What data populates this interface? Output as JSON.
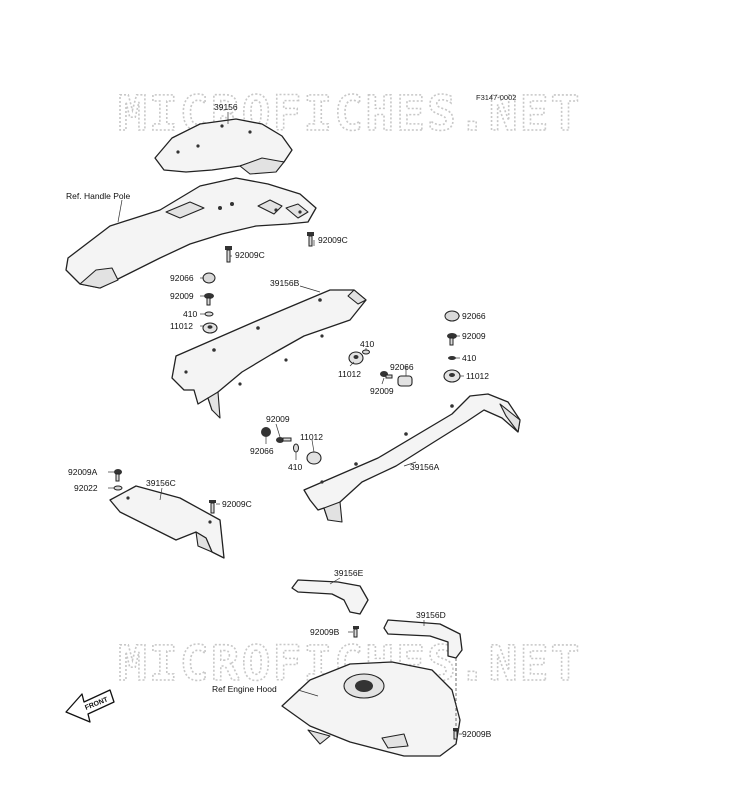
{
  "diagram": {
    "code": "F3147-0002",
    "watermark": "MICROFICHES.NET",
    "front_label": "FRONT",
    "refs": {
      "handle_pole": "Ref. Handle Pole",
      "engine_hood": "Ref Engine Hood"
    },
    "labels": {
      "l1": "39156",
      "l2": "92009C",
      "l3": "92009C",
      "l4": "92066",
      "l5": "92009",
      "l6": "410",
      "l7": "11012",
      "l8": "39156B",
      "l9": "410",
      "l10": "11012",
      "l11": "92066",
      "l12": "92009",
      "l13": "92066",
      "l14": "92009",
      "l15": "410",
      "l16": "11012",
      "l17": "92009",
      "l18": "92066",
      "l19": "11012",
      "l20": "410",
      "l21": "39156A",
      "l22": "92009A",
      "l23": "92022",
      "l24": "39156C",
      "l25": "92009C",
      "l26": "39156E",
      "l27": "39156D",
      "l28": "92009B",
      "l29": "92009B"
    }
  }
}
